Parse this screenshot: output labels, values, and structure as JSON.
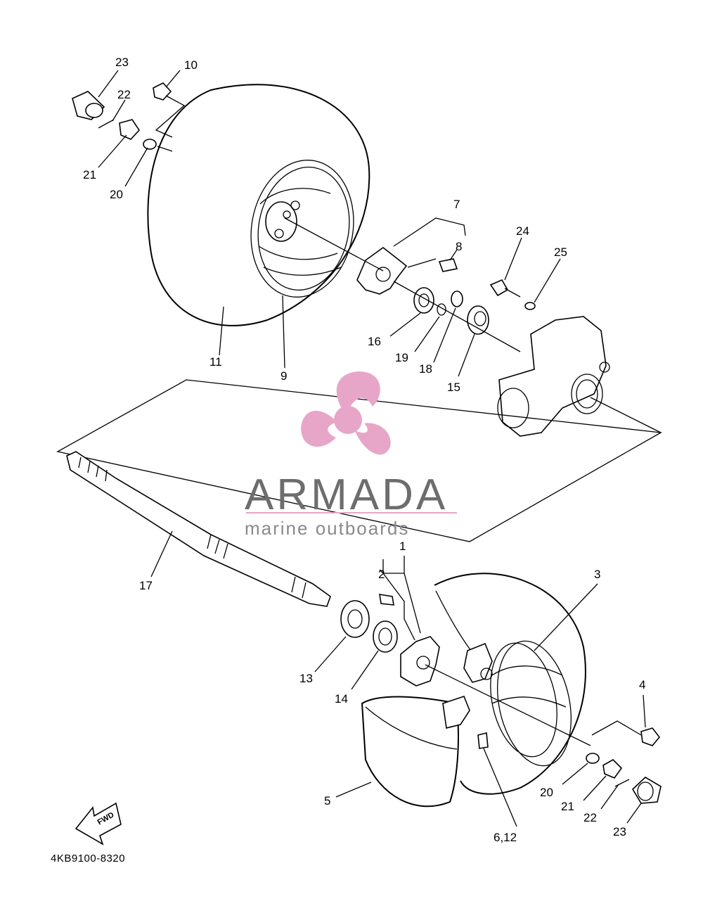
{
  "diagram": {
    "code": "4KB9100-8320",
    "fwd_label": "FWD",
    "watermark": {
      "name": "ARMADA",
      "tagline": "marine outboards",
      "accent_color": "#e7a6c8",
      "text_color": "#6d6d6d"
    },
    "callouts": [
      "23",
      "22",
      "10",
      "21",
      "20",
      "7",
      "8",
      "24",
      "25",
      "11",
      "9",
      "16",
      "19",
      "18",
      "15",
      "17",
      "1",
      "2",
      "3",
      "13",
      "14",
      "4",
      "5",
      "20",
      "21",
      "22",
      "23",
      "6,12"
    ]
  }
}
